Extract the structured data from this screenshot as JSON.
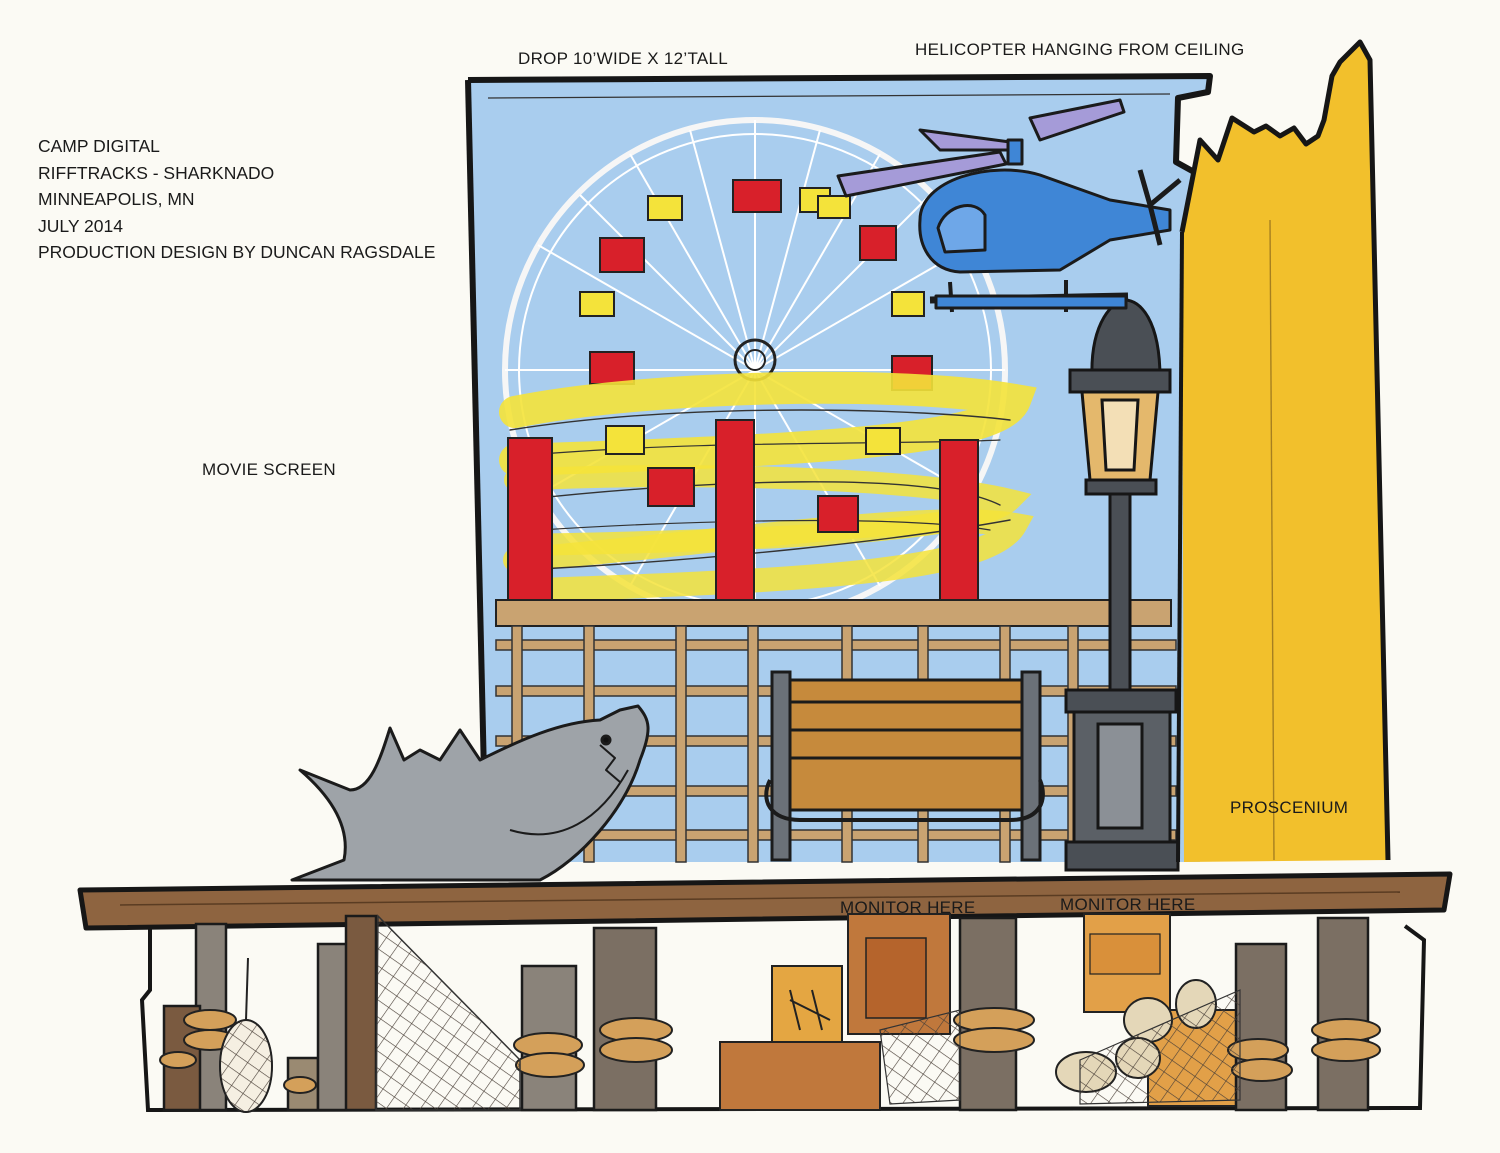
{
  "title_block": {
    "line1": "CAMP DIGITAL",
    "line2": "RIFFTRACKS - SHARKNADO",
    "line3": "MINNEAPOLIS, MN",
    "line4": "JULY 2014",
    "line5": "PRODUCTION DESIGN BY DUNCAN RAGSDALE"
  },
  "labels": {
    "drop": "DROP 10’WIDE X 12’TALL",
    "helicopter": "HELICOPTER HANGING FROM CEILING",
    "movie_screen": "MOVIE SCREEN",
    "proscenium": "PROSCENIUM",
    "monitor_1": "MONITOR HERE",
    "monitor_2": "MONITOR HERE"
  },
  "colors": {
    "sky": "#a9cdee",
    "wheel_red": "#d8202a",
    "wheel_yellow": "#f4e33a",
    "proscenium_yellow": "#f2c02c",
    "helicopter_blue": "#3f86d6",
    "shark_gray": "#9ea3a8",
    "deck_brown": "#8e6440",
    "ink": "#161616"
  }
}
